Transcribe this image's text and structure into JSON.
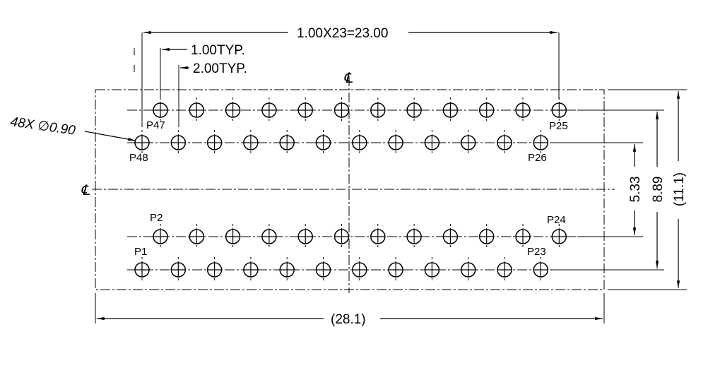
{
  "drawing": {
    "dimensions": {
      "pitch_total": "1.00X23=23.00",
      "pitch_typ": "1.00TYP.",
      "stagger_typ": "2.00TYP.",
      "hole_spec": "48X ∅0.90",
      "row_spacing_inner": "5.33",
      "row_spacing_outer": "8.89",
      "overall_height": "(11.1)",
      "overall_width": "(28.1)"
    },
    "centerline_symbol": "℄",
    "pin_labels": {
      "p1": "P1",
      "p2": "P2",
      "p23": "P23",
      "p24": "P24",
      "p25": "P25",
      "p26": "P26",
      "p47": "P47",
      "p48": "P48"
    }
  }
}
